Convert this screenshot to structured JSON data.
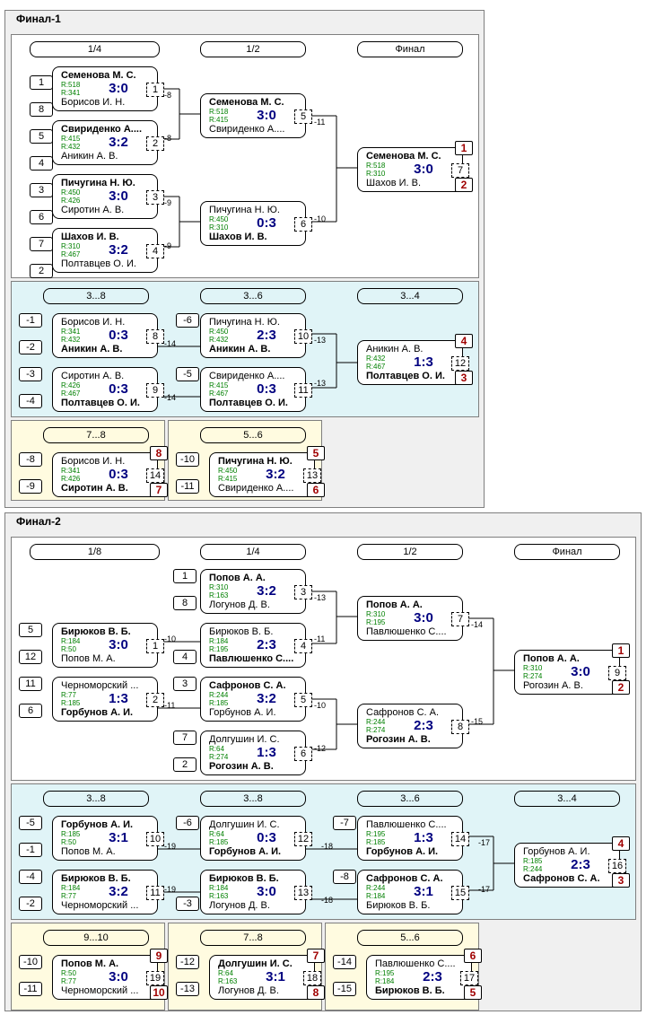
{
  "finals": [
    {
      "title": "Финал-1",
      "sections": [
        {
          "rounds": [
            "1/4",
            "1/2",
            "Финал"
          ],
          "seeds": [
            "1",
            "8",
            "5",
            "4",
            "3",
            "6",
            "7",
            "2"
          ],
          "matches": [
            {
              "p1": "Семенова М. С.",
              "p2": "Борисов И. Н.",
              "r1": "R:518",
              "r2": "R:341",
              "score": "3:0",
              "num": "1",
              "w": 1
            },
            {
              "p1": "Свириденко А....",
              "p2": "Аникин А. В.",
              "r1": "R:415",
              "r2": "R:432",
              "score": "3:2",
              "num": "2",
              "w": 1
            },
            {
              "p1": "Пичугина Н. Ю.",
              "p2": "Сиротин А. В.",
              "r1": "R:450",
              "r2": "R:426",
              "score": "3:0",
              "num": "3",
              "w": 1
            },
            {
              "p1": "Шахов И. В.",
              "p2": "Полтавцев О. И.",
              "r1": "R:310",
              "r2": "R:467",
              "score": "3:2",
              "num": "4",
              "w": 1
            },
            {
              "p1": "Семенова М. С.",
              "p2": "Свириденко А....",
              "r1": "R:518",
              "r2": "R:415",
              "score": "3:0",
              "num": "5",
              "w": 1
            },
            {
              "p1": "Пичугина Н. Ю.",
              "p2": "Шахов И. В.",
              "r1": "R:450",
              "r2": "R:310",
              "score": "0:3",
              "num": "6",
              "w": 2
            },
            {
              "p1": "Семенова М. С.",
              "p2": "Шахов И. В.",
              "r1": "R:518",
              "r2": "R:310",
              "score": "3:0",
              "num": "7",
              "w": 1,
              "pl1": "1",
              "pl2": "2"
            }
          ],
          "labels": [
            "-8",
            "-8",
            "-9",
            "-9",
            "-11",
            "-10"
          ]
        },
        {
          "rounds": [
            "3...8",
            "3...6",
            "3...4"
          ],
          "seeds": [
            "-1",
            "-2",
            "-3",
            "-4",
            "-6",
            "-5"
          ],
          "matches": [
            {
              "p1": "Борисов И. Н.",
              "p2": "Аникин А. В.",
              "r1": "R:341",
              "r2": "R:432",
              "score": "0:3",
              "num": "8",
              "w": 2
            },
            {
              "p1": "Сиротин А. В.",
              "p2": "Полтавцев О. И.",
              "r1": "R:426",
              "r2": "R:467",
              "score": "0:3",
              "num": "9",
              "w": 2
            },
            {
              "p1": "Пичугина Н. Ю.",
              "p2": "Аникин А. В.",
              "r1": "R:450",
              "r2": "R:432",
              "score": "2:3",
              "num": "10",
              "w": 2
            },
            {
              "p1": "Свириденко А....",
              "p2": "Полтавцев О. И.",
              "r1": "R:415",
              "r2": "R:467",
              "score": "0:3",
              "num": "11",
              "w": 2
            },
            {
              "p1": "Аникин А. В.",
              "p2": "Полтавцев О. И.",
              "r1": "R:432",
              "r2": "R:467",
              "score": "1:3",
              "num": "12",
              "w": 2,
              "pl1": "4",
              "pl2": "3"
            }
          ],
          "labels": [
            "-14",
            "-14",
            "-13",
            "-13"
          ]
        },
        {
          "rounds": [
            "7...8"
          ],
          "seeds": [
            "-8",
            "-9"
          ],
          "matches": [
            {
              "p1": "Борисов И. Н.",
              "p2": "Сиротин А. В.",
              "r1": "R:341",
              "r2": "R:426",
              "score": "0:3",
              "num": "14",
              "w": 2,
              "pl1": "8",
              "pl2": "7"
            }
          ]
        },
        {
          "rounds": [
            "5...6"
          ],
          "seeds": [
            "-10",
            "-11"
          ],
          "matches": [
            {
              "p1": "Пичугина Н. Ю.",
              "p2": "Свириденко А....",
              "r1": "R:450",
              "r2": "R:415",
              "score": "3:2",
              "num": "13",
              "w": 1,
              "pl1": "5",
              "pl2": "6"
            }
          ]
        }
      ]
    },
    {
      "title": "Финал-2",
      "sections": [
        {
          "rounds": [
            "1/8",
            "1/4",
            "1/2",
            "Финал"
          ],
          "seeds": [
            "5",
            "12",
            "11",
            "6",
            "1",
            "8",
            "4",
            "3",
            "7",
            "2"
          ],
          "matches": [
            {
              "p1": "Бирюков В. Б.",
              "p2": "Попов М. А.",
              "r1": "R:184",
              "r2": "R:50",
              "score": "3:0",
              "num": "1",
              "w": 1
            },
            {
              "p1": "Черноморский ...",
              "p2": "Горбунов А. И.",
              "r1": "R:77",
              "r2": "R:185",
              "score": "1:3",
              "num": "2",
              "w": 2
            },
            {
              "p1": "Попов А. А.",
              "p2": "Логунов Д. В.",
              "r1": "R:310",
              "r2": "R:163",
              "score": "3:2",
              "num": "3",
              "w": 1
            },
            {
              "p1": "Бирюков В. Б.",
              "p2": "Павлюшенко С....",
              "r1": "R:184",
              "r2": "R:195",
              "score": "2:3",
              "num": "4",
              "w": 2
            },
            {
              "p1": "Сафронов С. А.",
              "p2": "Горбунов А. И.",
              "r1": "R:244",
              "r2": "R:185",
              "score": "3:2",
              "num": "5",
              "w": 1
            },
            {
              "p1": "Долгушин И. С.",
              "p2": "Рогозин А. В.",
              "r1": "R:64",
              "r2": "R:274",
              "score": "1:3",
              "num": "6",
              "w": 2
            },
            {
              "p1": "Попов А. А.",
              "p2": "Павлюшенко С....",
              "r1": "R:310",
              "r2": "R:195",
              "score": "3:0",
              "num": "7",
              "w": 1
            },
            {
              "p1": "Сафронов С. А.",
              "p2": "Рогозин А. В.",
              "r1": "R:244",
              "r2": "R:274",
              "score": "2:3",
              "num": "8",
              "w": 2
            },
            {
              "p1": "Попов А. А.",
              "p2": "Рогозин А. В.",
              "r1": "R:310",
              "r2": "R:274",
              "score": "3:0",
              "num": "9",
              "w": 1,
              "pl1": "1",
              "pl2": "2"
            }
          ],
          "labels": [
            "-10",
            "-11",
            "-13",
            "-11",
            "-10",
            "-12",
            "-14",
            "-15"
          ]
        },
        {
          "rounds": [
            "3...8",
            "3...8",
            "3...6",
            "3...4"
          ],
          "seeds": [
            "-5",
            "-1",
            "-4",
            "-2",
            "-6",
            "-3",
            "-7",
            "-8"
          ],
          "matches": [
            {
              "p1": "Горбунов А. И.",
              "p2": "Попов М. А.",
              "r1": "R:185",
              "r2": "R:50",
              "score": "3:1",
              "num": "10",
              "w": 1
            },
            {
              "p1": "Бирюков В. Б.",
              "p2": "Черноморский ...",
              "r1": "R:184",
              "r2": "R:77",
              "score": "3:2",
              "num": "11",
              "w": 1
            },
            {
              "p1": "Долгушин И. С.",
              "p2": "Горбунов А. И.",
              "r1": "R:64",
              "r2": "R:185",
              "score": "0:3",
              "num": "12",
              "w": 2
            },
            {
              "p1": "Бирюков В. Б.",
              "p2": "Логунов Д. В.",
              "r1": "R:184",
              "r2": "R:163",
              "score": "3:0",
              "num": "13",
              "w": 1
            },
            {
              "p1": "Павлюшенко С....",
              "p2": "Горбунов А. И.",
              "r1": "R:195",
              "r2": "R:185",
              "score": "1:3",
              "num": "14",
              "w": 2
            },
            {
              "p1": "Сафронов С. А.",
              "p2": "Бирюков В. Б.",
              "r1": "R:244",
              "r2": "R:184",
              "score": "3:1",
              "num": "15",
              "w": 1
            },
            {
              "p1": "Горбунов А. И.",
              "p2": "Сафронов С. А.",
              "r1": "R:185",
              "r2": "R:244",
              "score": "2:3",
              "num": "16",
              "w": 2,
              "pl1": "4",
              "pl2": "3"
            }
          ],
          "labels": [
            "-19",
            "-19",
            "-18",
            "-18",
            "-17",
            "-17"
          ]
        },
        {
          "rounds": [
            "9...10"
          ],
          "seeds": [
            "-10",
            "-11"
          ],
          "matches": [
            {
              "p1": "Попов М. А.",
              "p2": "Черноморский ...",
              "r1": "R:50",
              "r2": "R:77",
              "score": "3:0",
              "num": "19",
              "w": 1,
              "pl1": "9",
              "pl2": "10"
            }
          ]
        },
        {
          "rounds": [
            "7...8"
          ],
          "seeds": [
            "-12",
            "-13"
          ],
          "matches": [
            {
              "p1": "Долгушин И. С.",
              "p2": "Логунов Д. В.",
              "r1": "R:64",
              "r2": "R:163",
              "score": "3:1",
              "num": "18",
              "w": 1,
              "pl1": "7",
              "pl2": "8"
            }
          ]
        },
        {
          "rounds": [
            "5...6"
          ],
          "seeds": [
            "-14",
            "-15"
          ],
          "matches": [
            {
              "p1": "Павлюшенко С....",
              "p2": "Бирюков В. Б.",
              "r1": "R:195",
              "r2": "R:184",
              "score": "2:3",
              "num": "17",
              "w": 2,
              "pl1": "6",
              "pl2": "5"
            }
          ]
        }
      ]
    }
  ]
}
